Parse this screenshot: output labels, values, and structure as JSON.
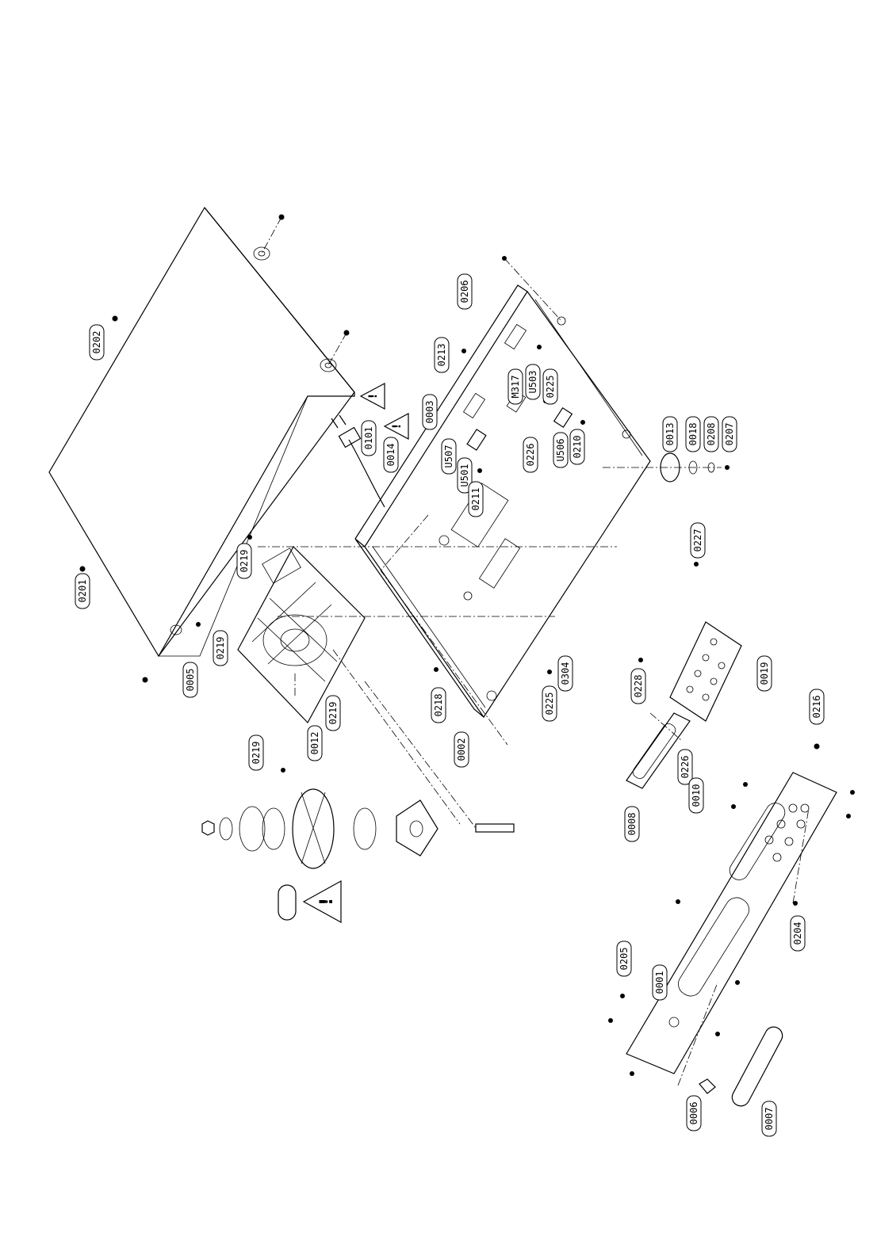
{
  "callouts": [
    {
      "id": "c0202",
      "text": "0202"
    },
    {
      "id": "c0201",
      "text": "0201"
    },
    {
      "id": "c0005",
      "text": "0005"
    },
    {
      "id": "c0219a",
      "text": "0219"
    },
    {
      "id": "c0219b",
      "text": "0219"
    },
    {
      "id": "c0219c",
      "text": "0219"
    },
    {
      "id": "c0219d",
      "text": "0219"
    },
    {
      "id": "c0012",
      "text": "0012"
    },
    {
      "id": "c0101",
      "text": "0101"
    },
    {
      "id": "c0014",
      "text": "0014"
    },
    {
      "id": "c0003",
      "text": "0003"
    },
    {
      "id": "c0213",
      "text": "0213"
    },
    {
      "id": "c0206",
      "text": "0206"
    },
    {
      "id": "cM317",
      "text": "M317"
    },
    {
      "id": "cU503",
      "text": "U503"
    },
    {
      "id": "c0225a",
      "text": "0225"
    },
    {
      "id": "cU507",
      "text": "U507"
    },
    {
      "id": "cU501",
      "text": "U501"
    },
    {
      "id": "c0211",
      "text": "0211"
    },
    {
      "id": "c0226a",
      "text": "0226"
    },
    {
      "id": "cU506",
      "text": "U506"
    },
    {
      "id": "c0210",
      "text": "0210"
    },
    {
      "id": "c0013",
      "text": "0013"
    },
    {
      "id": "c0018",
      "text": "0018"
    },
    {
      "id": "c0208",
      "text": "0208"
    },
    {
      "id": "c0207",
      "text": "0207"
    },
    {
      "id": "c0227",
      "text": "0227"
    },
    {
      "id": "c0218",
      "text": "0218"
    },
    {
      "id": "c0002",
      "text": "0002"
    },
    {
      "id": "c0304",
      "text": "0304"
    },
    {
      "id": "c0225b",
      "text": "0225"
    },
    {
      "id": "c0228",
      "text": "0228"
    },
    {
      "id": "c0019",
      "text": "0019"
    },
    {
      "id": "c0226b",
      "text": "0226"
    },
    {
      "id": "c0010",
      "text": "0010"
    },
    {
      "id": "c0008",
      "text": "0008"
    },
    {
      "id": "c0216",
      "text": "0216"
    },
    {
      "id": "c0205",
      "text": "0205"
    },
    {
      "id": "c0001",
      "text": "0001"
    },
    {
      "id": "c0204",
      "text": "0204"
    },
    {
      "id": "c0007",
      "text": "0007"
    },
    {
      "id": "c0006",
      "text": "0006"
    }
  ],
  "warning_symbols": [
    "!",
    "!",
    "!"
  ],
  "icons": [
    "warning-triangle-icon",
    "screw-icon"
  ]
}
